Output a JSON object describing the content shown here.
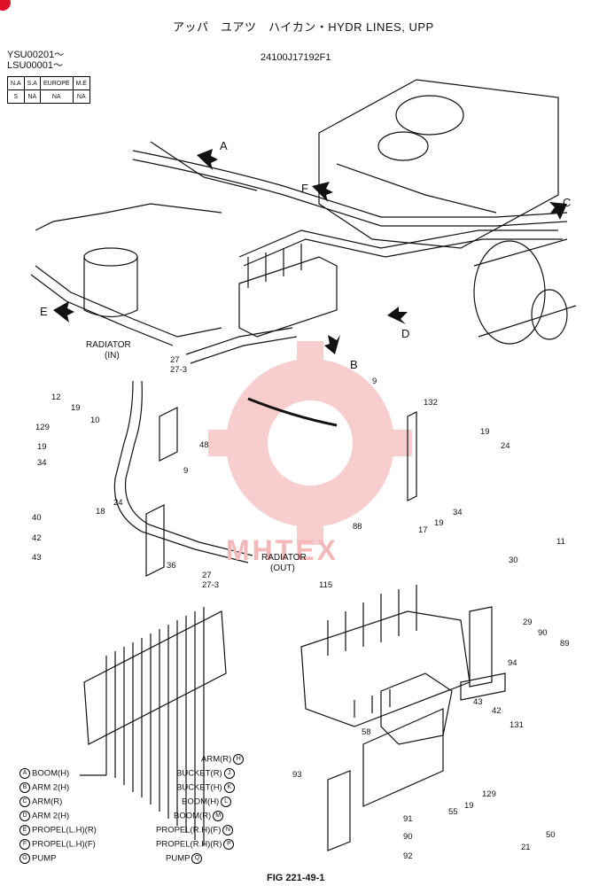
{
  "header": {
    "title": "アッパ　ユアツ　ハイカン・HYDR LINES, UPP",
    "serials": [
      "YSU00201～",
      "LSU00001～"
    ],
    "part_code": "24100J17192F1"
  },
  "region_table": {
    "headers": [
      "N.A",
      "S.A",
      "EUROPE",
      "M.E"
    ],
    "values": [
      "S",
      "NA",
      "NA",
      "NA"
    ]
  },
  "view_labels": [
    "A",
    "B",
    "C",
    "D",
    "E",
    "F"
  ],
  "callouts": {
    "radiator_in": "RADIATOR",
    "radiator_in_sub": "(IN)",
    "radiator_out": "RADIATOR",
    "radiator_out_sub": "(OUT)",
    "parts": [
      "12",
      "19",
      "10",
      "27",
      "27-3",
      "129",
      "19",
      "34",
      "48",
      "9",
      "9",
      "132",
      "19",
      "24",
      "40",
      "42",
      "43",
      "18",
      "24",
      "36",
      "27",
      "27-3",
      "88",
      "17",
      "19",
      "34",
      "11",
      "30",
      "29",
      "90",
      "89",
      "115",
      "94",
      "43",
      "42",
      "131",
      "58",
      "93",
      "129",
      "19",
      "55",
      "91",
      "90",
      "92",
      "21",
      "50"
    ]
  },
  "legend_left": [
    {
      "code": "A",
      "label": "BOOM(H)"
    },
    {
      "code": "B",
      "label": "ARM 2(H)"
    },
    {
      "code": "C",
      "label": "ARM(R)"
    },
    {
      "code": "D",
      "label": "ARM 2(H)"
    },
    {
      "code": "E",
      "label": "PROPEL(L.H)(R)"
    },
    {
      "code": "F",
      "label": "PROPEL(L.H)(F)"
    },
    {
      "code": "G",
      "label": "PUMP"
    }
  ],
  "legend_right": [
    {
      "code": "H",
      "label": "ARM(R)"
    },
    {
      "code": "J",
      "label": "BUCKET(R)"
    },
    {
      "code": "K",
      "label": "BUCKET(H)"
    },
    {
      "code": "L",
      "label": "BOOM(H)"
    },
    {
      "code": "M",
      "label": "BOOM(R)"
    },
    {
      "code": "N",
      "label": "PROPEL(R.H)(F)"
    },
    {
      "code": "P",
      "label": "PROPEL(R.H)(R)"
    },
    {
      "code": "Q",
      "label": "PUMP"
    }
  ],
  "watermark": "MHTEX",
  "footer": "FIG 221-49-1",
  "colors": {
    "watermark": "#f5b8b8",
    "badge": "#e0102a",
    "ink": "#111111"
  }
}
